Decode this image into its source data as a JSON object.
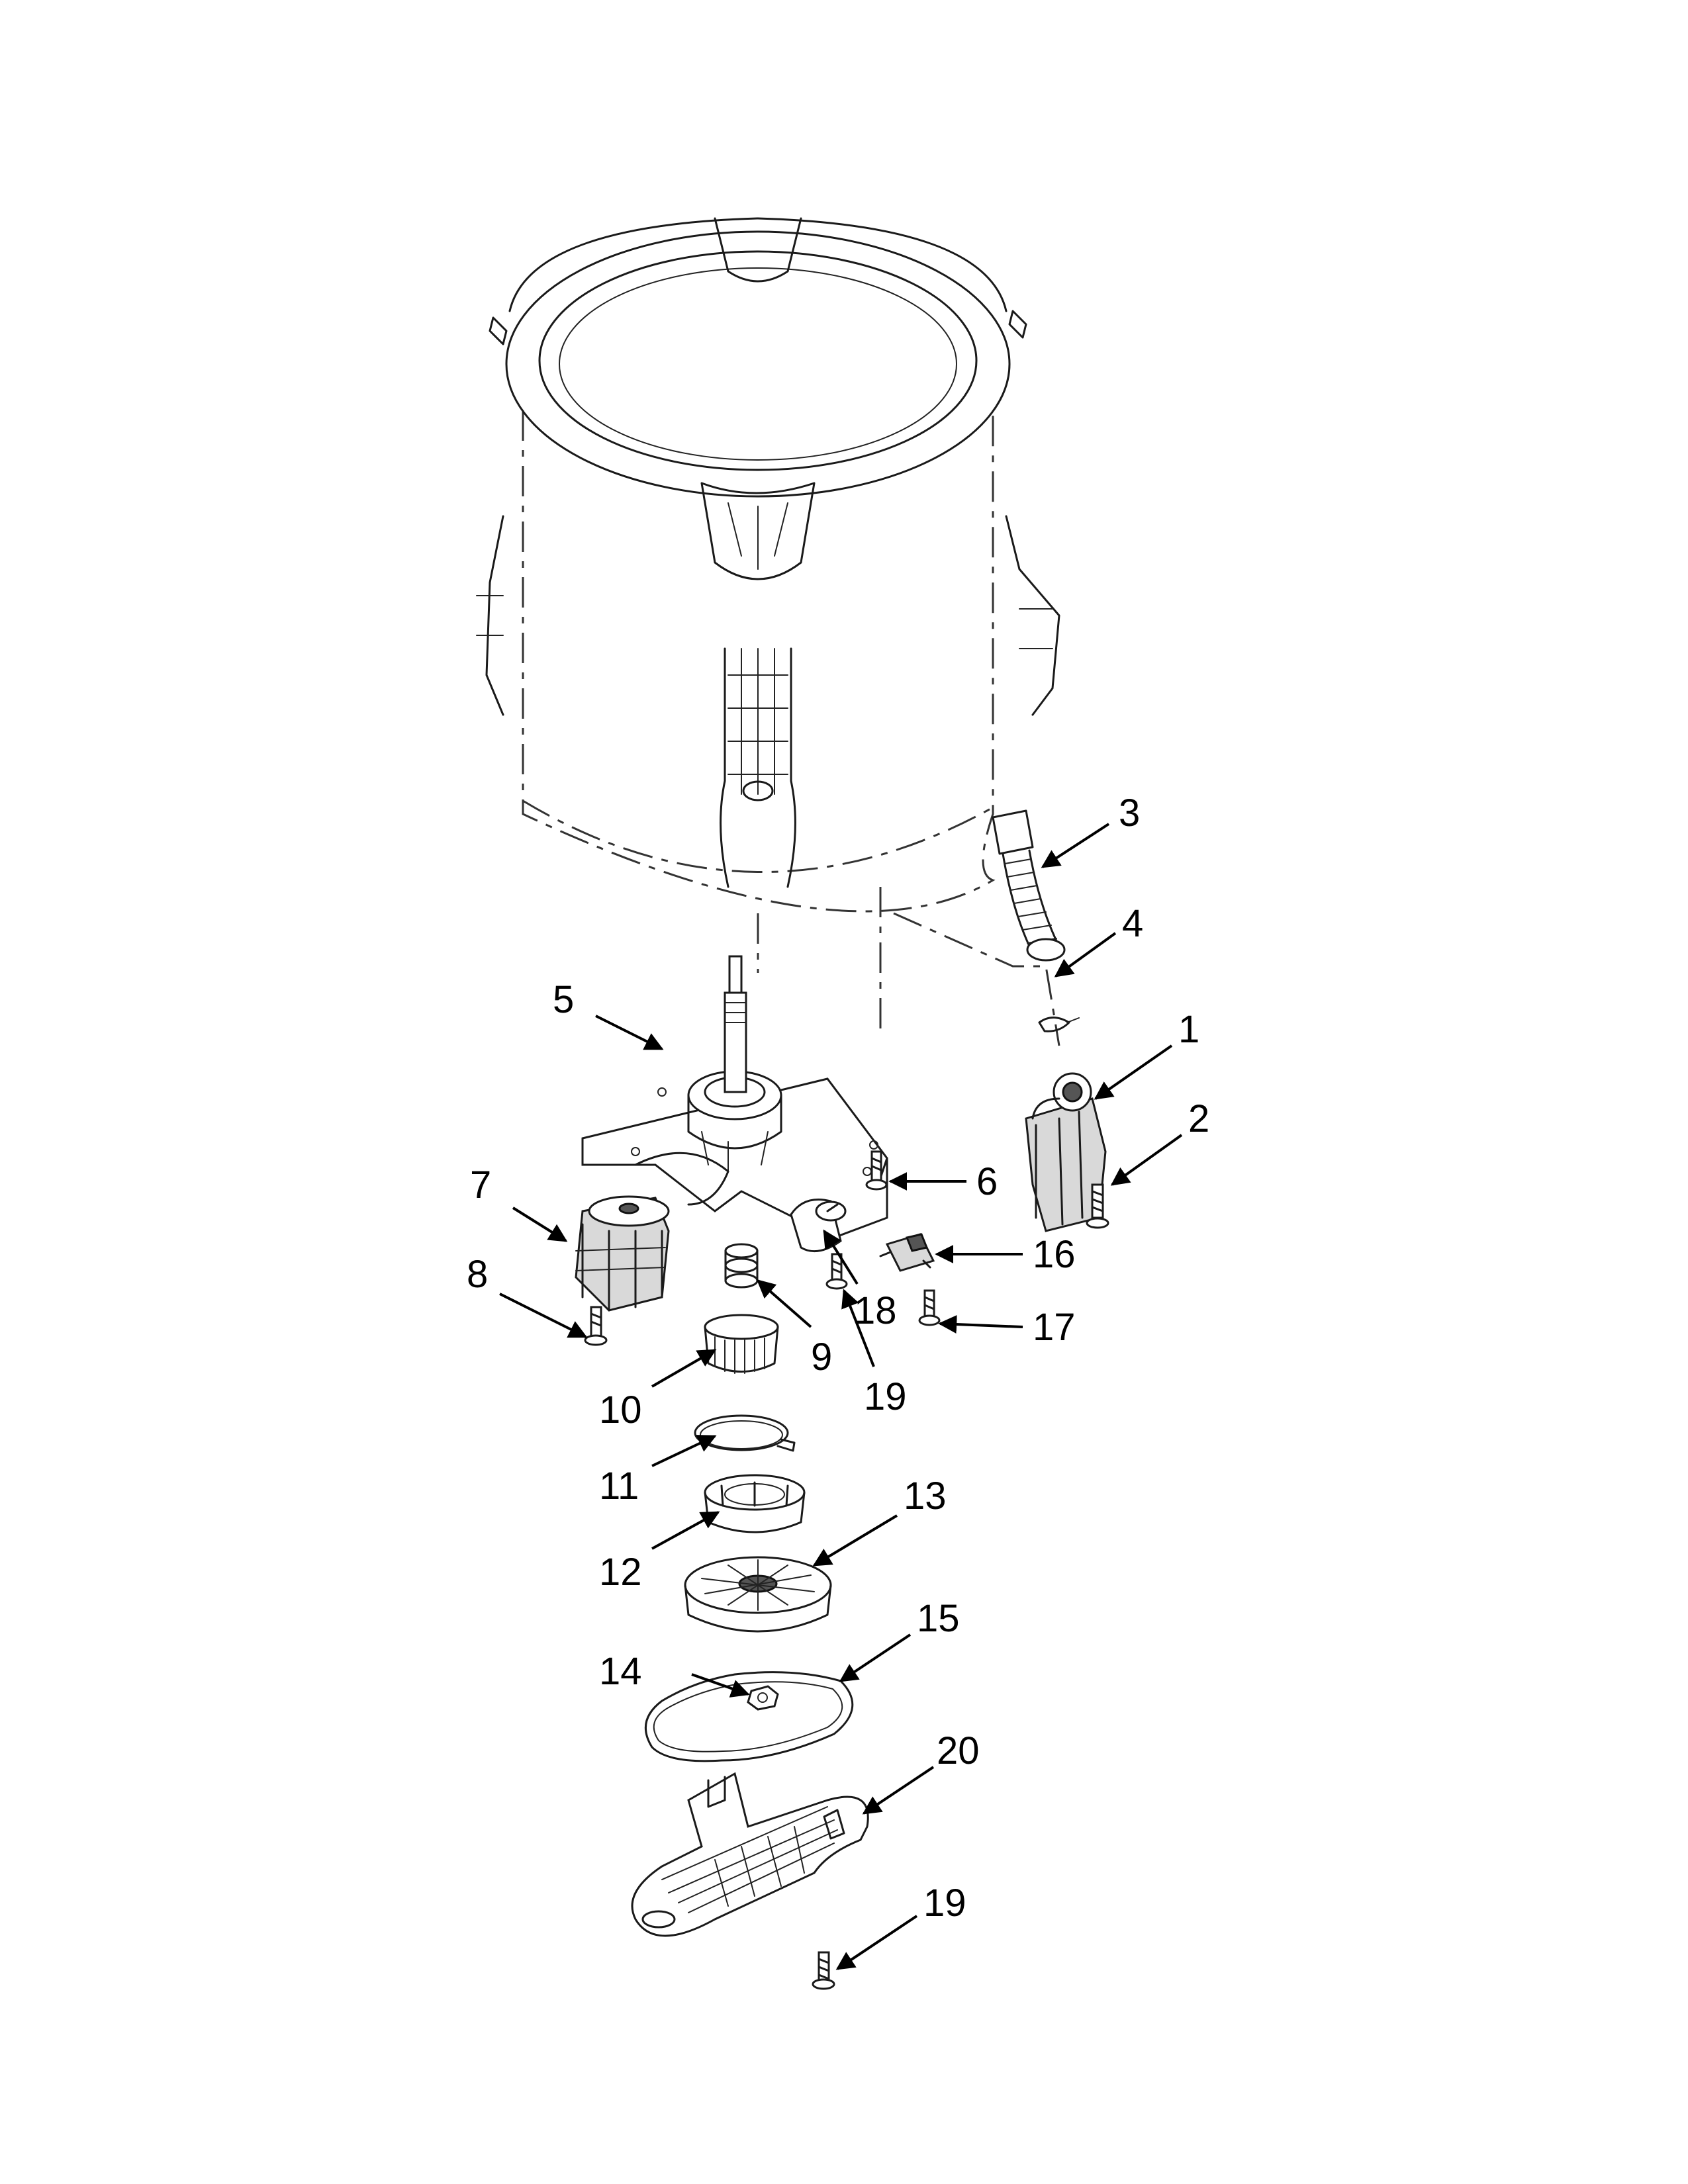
{
  "callouts": [
    {
      "id": "1",
      "label": "1"
    },
    {
      "id": "2",
      "label": "2"
    },
    {
      "id": "3",
      "label": "3"
    },
    {
      "id": "4",
      "label": "4"
    },
    {
      "id": "5",
      "label": "5"
    },
    {
      "id": "6",
      "label": "6"
    },
    {
      "id": "7",
      "label": "7"
    },
    {
      "id": "8",
      "label": "8"
    },
    {
      "id": "9",
      "label": "9"
    },
    {
      "id": "10",
      "label": "10"
    },
    {
      "id": "11",
      "label": "11"
    },
    {
      "id": "12",
      "label": "12"
    },
    {
      "id": "13",
      "label": "13"
    },
    {
      "id": "14",
      "label": "14"
    },
    {
      "id": "15",
      "label": "15"
    },
    {
      "id": "16",
      "label": "16"
    },
    {
      "id": "17",
      "label": "17"
    },
    {
      "id": "18",
      "label": "18"
    },
    {
      "id": "19a",
      "label": "19"
    },
    {
      "id": "19b",
      "label": "19"
    },
    {
      "id": "20",
      "label": "20"
    }
  ]
}
